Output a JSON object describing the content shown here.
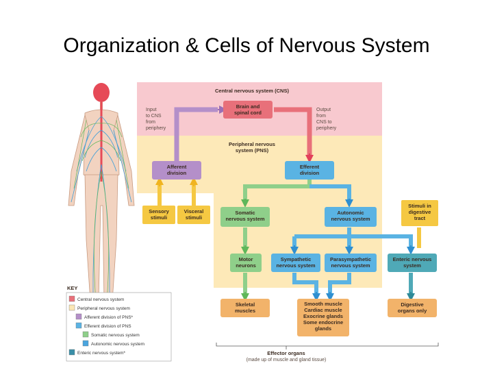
{
  "slide": {
    "title": "Organization & Cells of Nervous System"
  },
  "diagram": {
    "cns_header": "Central nervous system (CNS)",
    "brain_spinal": [
      "Brain and",
      "spinal cord"
    ],
    "input_label": [
      "Input",
      "to CNS",
      "from",
      "periphery"
    ],
    "output_label": [
      "Output",
      "from",
      "CNS to",
      "periphery"
    ],
    "pns_header": [
      "Peripheral nervous",
      "system (PNS)"
    ],
    "afferent": [
      "Afferent",
      "division"
    ],
    "efferent": [
      "Efferent",
      "division"
    ],
    "sensory": [
      "Sensory",
      "stimuli"
    ],
    "visceral": [
      "Visceral",
      "stimuli"
    ],
    "somatic": [
      "Somatic",
      "nervous system"
    ],
    "autonomic": [
      "Autonomic",
      "nervous system"
    ],
    "stimuli_digestive": [
      "Stimuli in",
      "digestive",
      "tract"
    ],
    "motor": [
      "Motor",
      "neurons"
    ],
    "sympathetic": [
      "Sympathetic",
      "nervous system"
    ],
    "parasympathetic": [
      "Parasympathetic",
      "nervous system"
    ],
    "enteric": [
      "Enteric nervous",
      "system"
    ],
    "skeletal": [
      "Skeletal",
      "muscles"
    ],
    "smooth": [
      "Smooth muscle",
      "Cardiac muscle",
      "Exocrine glands",
      "Some endocrine",
      "glands"
    ],
    "digestive": [
      "Digestive",
      "organs only"
    ],
    "effector_title": "Effector organs",
    "effector_sub": "(made up of muscle and gland tissue)"
  },
  "key": {
    "title": "KEY",
    "items": [
      {
        "label": "Central nervous system",
        "color": "#e8707a"
      },
      {
        "label": "Peripheral nervous system",
        "color": "#fbe7b5"
      },
      {
        "label": "Afferent division of PNS*",
        "color": "#b48fc9"
      },
      {
        "label": "Efferent division of PNS",
        "color": "#5ab3e3"
      },
      {
        "label": "Somatic nervous system",
        "color": "#8fcf8a"
      },
      {
        "label": "Autonomic nervous system",
        "color": "#4aa5de"
      },
      {
        "label": "Enteric nervous system*",
        "color": "#3a8fa8"
      }
    ]
  },
  "colors": {
    "cns_bg": "#f8c9cf",
    "pns_bg": "#fde9b8",
    "purple": "#b48fc9",
    "pink": "#e8707a",
    "blue": "#5ab3e3",
    "green": "#8fcf8a",
    "orange": "#f2b36a",
    "yellow": "#f5c842",
    "teal": "#4fa9b7"
  }
}
